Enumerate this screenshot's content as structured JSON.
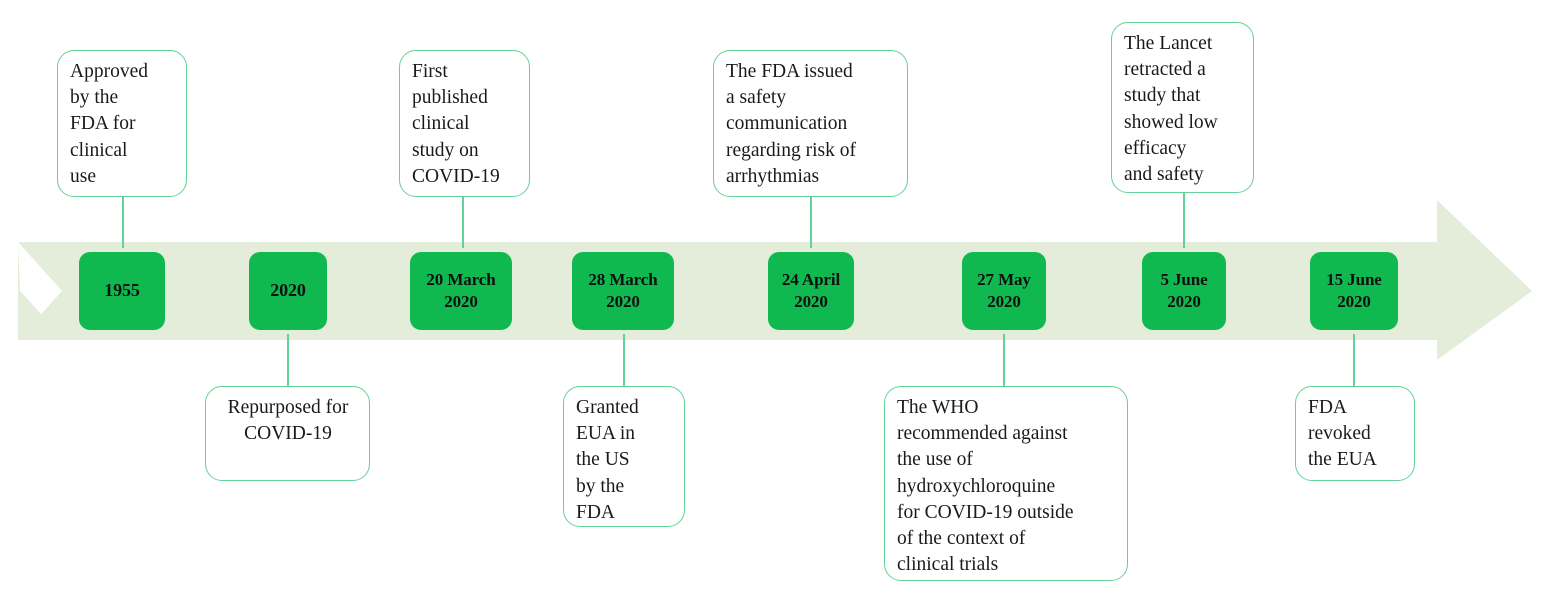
{
  "figure": {
    "name": "hydroxychloroquine-covid-19-timeline",
    "colors": {
      "band_fill": "#e3edda",
      "node_fill": "#0fb950",
      "node_text": "#101010",
      "callout_border": "#63d298",
      "callout_fill": "#ffffff",
      "connector": "#62d29c",
      "body_text": "#1a1a1a",
      "page_background": "#ffffff"
    },
    "direction_icon": "right-arrow-icon"
  },
  "milestones": [
    {
      "id": "1955",
      "label": "1955",
      "callout": "Approved\nby the\nFDA for\nclinical\nuse",
      "callout_side": "above",
      "callout_align": "left"
    },
    {
      "id": "2020",
      "label": "2020",
      "callout": "Repurposed for\nCOVID-19",
      "callout_side": "below",
      "callout_align": "center"
    },
    {
      "id": "20-march-2020",
      "label": "20 March\n2020",
      "callout": "First\npublished\nclinical\nstudy on\nCOVID-19",
      "callout_side": "above",
      "callout_align": "left"
    },
    {
      "id": "28-march-2020",
      "label": "28 March\n2020",
      "callout": "Granted\nEUA in\nthe US\nby the\nFDA",
      "callout_side": "below",
      "callout_align": "left"
    },
    {
      "id": "24-april-2020",
      "label": "24 April\n2020",
      "callout": "The FDA issued\na safety\ncommunication\nregarding risk of\narrhythmias",
      "callout_side": "above",
      "callout_align": "left"
    },
    {
      "id": "27-may-2020",
      "label": "27 May\n2020",
      "callout": "The WHO\nrecommended against\nthe use of\nhydroxychloroquine\nfor COVID-19 outside\nof the context of\nclinical trials",
      "callout_side": "below",
      "callout_align": "left"
    },
    {
      "id": "5-june-2020",
      "label": "5 June\n2020",
      "callout": "The Lancet\nretracted a\nstudy that\nshowed low\nefficacy\nand safety",
      "callout_side": "above",
      "callout_align": "left"
    },
    {
      "id": "15-june-2020",
      "label": "15 June\n2020",
      "callout": "FDA\nrevoked\nthe EUA",
      "callout_side": "below",
      "callout_align": "left"
    }
  ]
}
